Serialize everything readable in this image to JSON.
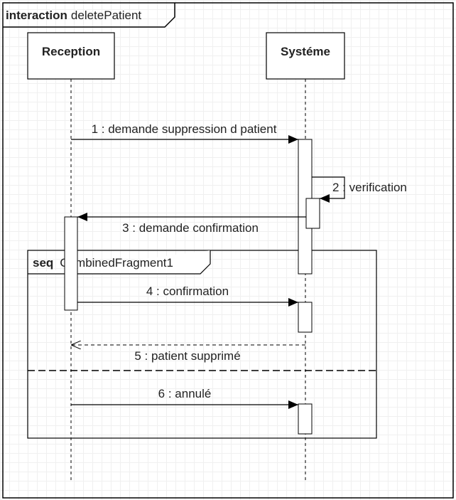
{
  "frame": {
    "keyword": "interaction",
    "name": "deletePatient"
  },
  "lifelines": [
    {
      "id": "reception",
      "label": "Reception"
    },
    {
      "id": "systeme",
      "label": "Systéme"
    }
  ],
  "fragment": {
    "operator": "seq",
    "name": "CombinedFragment1"
  },
  "messages": [
    {
      "id": "m1",
      "label": "1 : demande suppression d patient"
    },
    {
      "id": "m2",
      "label": "2 : verification"
    },
    {
      "id": "m3",
      "label": "3 : demande confirmation"
    },
    {
      "id": "m4",
      "label": "4 : confirmation"
    },
    {
      "id": "m5",
      "label": "5 : patient supprimé"
    },
    {
      "id": "m6",
      "label": "6 : annulé"
    }
  ]
}
